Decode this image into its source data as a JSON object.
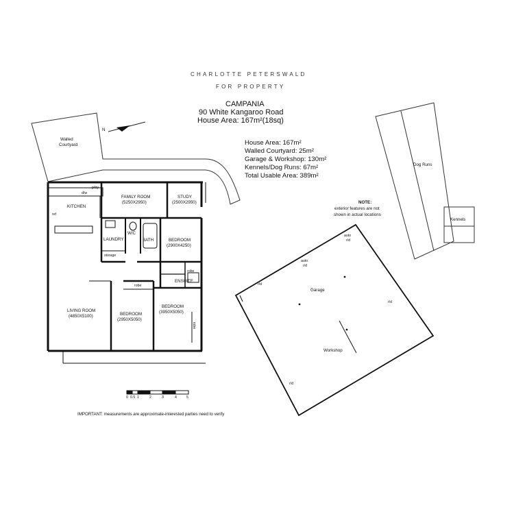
{
  "header": {
    "brand_line1": "CHARLOTTE PETERSWALD",
    "brand_line2": "FOR PROPERTY",
    "property_name": "CAMPANIA",
    "address": "90 White Kangaroo Road",
    "house_area": "House Area: 167m²(18sq)"
  },
  "areas": {
    "house": "House Area: 167m²",
    "courtyard": "Walled Courtyard: 25m²",
    "garage_workshop": "Garage & Workshop: 130m²",
    "kennels": "Kennels/Dog Runs: 67m²",
    "total": "Total Usable Area: 389m²"
  },
  "note": {
    "title": "NOTE:",
    "line1": "exterior features are not",
    "line2": "shown in actual locations"
  },
  "compass": {
    "label": "N"
  },
  "rooms": {
    "walled_courtyard_1": "Walled",
    "walled_courtyard_2": "Courtyard",
    "kitchen": "KITCHEN",
    "dw": "d/w",
    "pantry": "p/try",
    "fridge": "ref",
    "family_room": "FAMILY ROOM",
    "family_room_dim": "(5250X2950)",
    "study": "STUDY",
    "study_dim": "(2500X2950)",
    "laundry": "LAUNDRY",
    "wc": "W/C",
    "bath": "BATH",
    "storage": "storage",
    "bedroom1": "BEDROOM",
    "bedroom1_dim": "(2900X4250)",
    "robe1": "robe",
    "ensuite": "ENSUITE",
    "living_room": "LIVING ROOM",
    "living_room_dim": "(4850X5100)",
    "robe2": "robe",
    "bedroom2": "BEDROOM",
    "bedroom2_dim": "(2950X5050)",
    "bedroom3": "BEDROOM",
    "bedroom3_dim": "(3950X5050)",
    "robe3": "robe"
  },
  "outbuildings": {
    "dog_runs": "Dog Runs",
    "kennels": "Kennels",
    "garage": "Garage",
    "workshop": "Workshop",
    "auto_rd_1a": "auto",
    "auto_rd_1b": "r/d",
    "auto_rd_2a": "auto",
    "auto_rd_2b": "r/d",
    "rd_1": "r/d",
    "rd_2": "r/d",
    "rd_3": "r/d"
  },
  "scale": {
    "ticks": [
      "0",
      "0.5",
      "1",
      "2",
      "3",
      "4",
      "5"
    ]
  },
  "footer": {
    "disclaimer": "IMPORTANT: measurements are approximate-interested parties need to verify"
  }
}
